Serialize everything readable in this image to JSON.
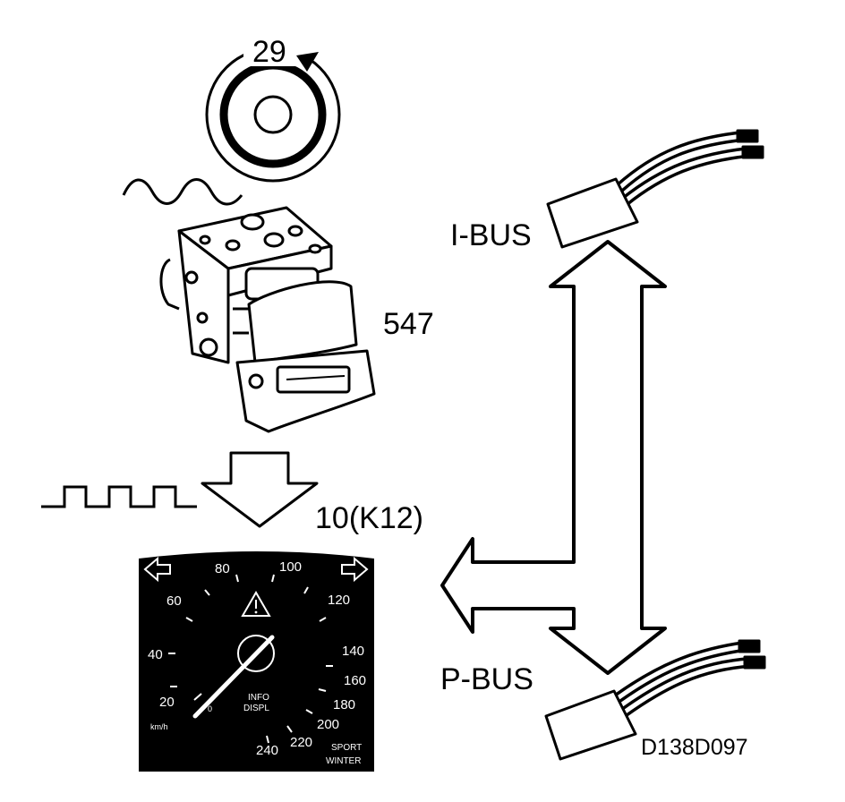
{
  "labels": {
    "sensor_ref": "29",
    "module_ref": "547",
    "cluster_ref": "10(K12)",
    "ibus": "I-BUS",
    "pbus": "P-BUS",
    "drawing_id": "D138D097"
  },
  "speedometer": {
    "ticks": [
      "20",
      "40",
      "60",
      "80",
      "100",
      "120",
      "140",
      "160",
      "180",
      "200",
      "220",
      "240"
    ],
    "zero": "0",
    "unit": "km/h",
    "info_line1": "INFO",
    "info_line2": "DISPL",
    "mode_line1": "SPORT",
    "mode_line2": "WINTER"
  },
  "icons": {
    "warning": "warning-triangle-icon",
    "turn_left": "turn-left-arrow-icon",
    "turn_right": "turn-right-arrow-icon"
  },
  "colors": {
    "ink": "#000000",
    "paper": "#ffffff",
    "dial_face": "#000000",
    "dial_marks": "#ffffff"
  }
}
